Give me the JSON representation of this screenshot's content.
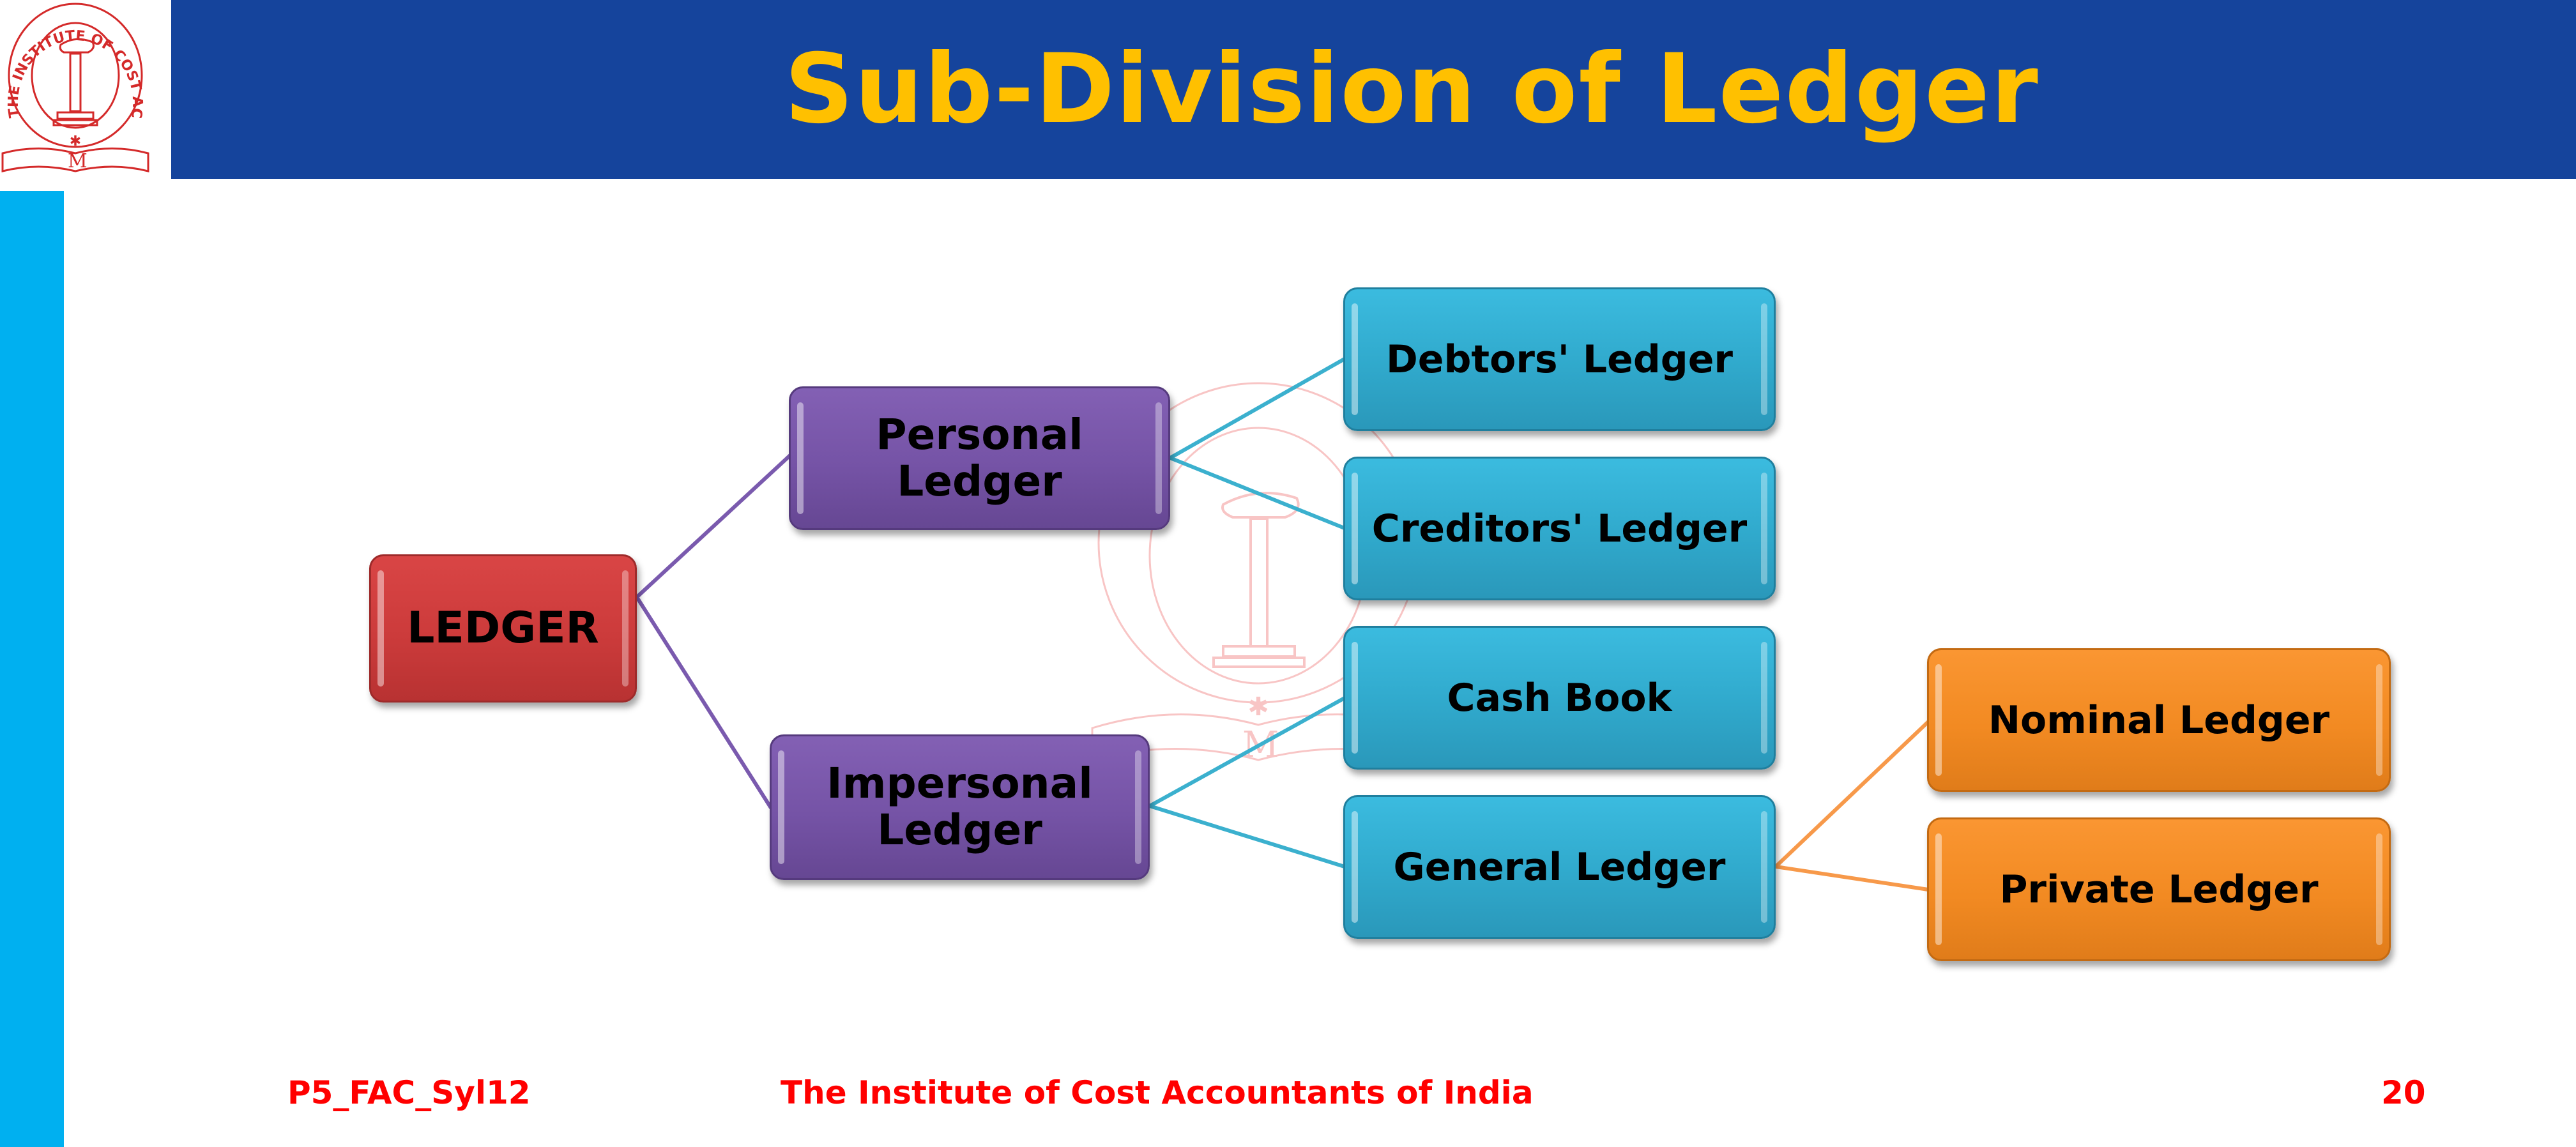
{
  "slide": {
    "title": "Sub-Division of Ledger",
    "logo_text": "THE INSTITUTE OF COST ACCOUNTANTS OF INDIA",
    "colors": {
      "header_bg": "#15449C",
      "title": "#FFC000",
      "side_strip": "#00B0F0",
      "footer_text": "#FF0000",
      "connector_purple": "#7A5AAE",
      "connector_cyan": "#3BB0CE",
      "connector_orange": "#F7994A"
    }
  },
  "diagram": {
    "root": {
      "label": "LEDGER"
    },
    "level1": [
      {
        "label": "Personal Ledger"
      },
      {
        "label": "Impersonal Ledger"
      }
    ],
    "level2": [
      {
        "label": "Debtors' Ledger",
        "parent": "Personal Ledger"
      },
      {
        "label": "Creditors' Ledger",
        "parent": "Personal Ledger"
      },
      {
        "label": "Cash Book",
        "parent": "Impersonal Ledger"
      },
      {
        "label": "General Ledger",
        "parent": "Impersonal Ledger"
      }
    ],
    "level3": [
      {
        "label": "Nominal Ledger",
        "parent": "General Ledger"
      },
      {
        "label": "Private Ledger",
        "parent": "General Ledger"
      }
    ]
  },
  "footer": {
    "code": "P5_FAC_Syl12",
    "institute": "The Institute of Cost Accountants of India",
    "page_number": "20"
  }
}
